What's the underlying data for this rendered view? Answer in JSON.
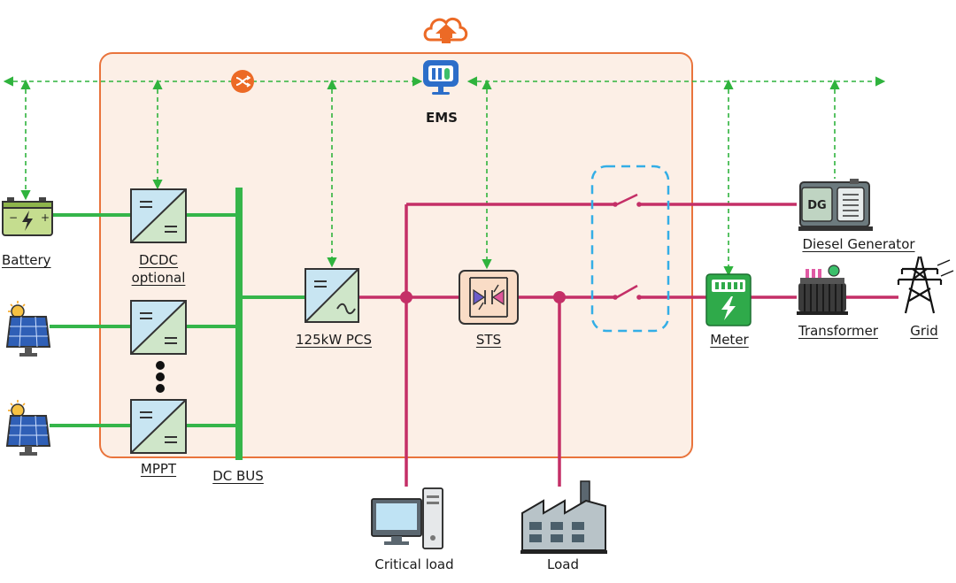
{
  "colors": {
    "dc_line": "#35b54a",
    "ac_line": "#c42f67",
    "comm_line": "#2fb33d",
    "enclosure_fill": "#fcefe6",
    "enclosure_stroke": "#e9743c",
    "switch_group_stroke": "#33aee6",
    "cloud": "#ec6a26",
    "ems_icon": "#2c6ec9",
    "meter": "#2faa4a"
  },
  "icons": {
    "cloud": "cloud-upload-icon",
    "ems": "monitor-icon",
    "hub": "hub-icon",
    "battery": "battery-icon",
    "solar": "solar-panel-icon",
    "converter": "converter-icon",
    "sts": "thyristor-switch-icon",
    "switch": "breaker-icon",
    "meter": "meter-icon",
    "generator": "generator-icon",
    "transformer": "transformer-icon",
    "grid": "transmission-tower-icon",
    "computer": "computer-icon",
    "factory": "factory-icon"
  },
  "labels": {
    "ems": "EMS",
    "battery": "Battery",
    "dcdc_line1": "DCDC",
    "dcdc_line2": "optional",
    "pcs": "125kW PCS",
    "sts": "STS",
    "mppt": "MPPT",
    "dc_bus": "DC BUS",
    "meter": "Meter",
    "diesel_generator": "Diesel Generator",
    "dg_badge": "DG",
    "transformer": "Transformer",
    "grid": "Grid",
    "critical_load": "Critical load",
    "load": "Load"
  }
}
